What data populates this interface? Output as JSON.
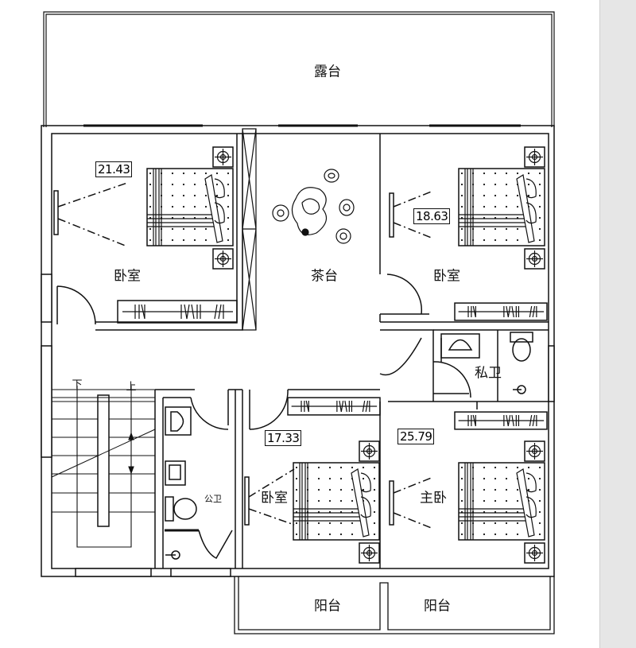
{
  "plan": {
    "rooms": {
      "terrace": "露台",
      "bedroom_nw": "卧室",
      "tea_area": "茶台",
      "bedroom_ne": "卧室",
      "private_bath": "私卫",
      "public_bath": "公卫",
      "bedroom_s": "卧室",
      "master_bedroom": "主卧",
      "balcony_left": "阳台",
      "balcony_right": "阳台"
    },
    "stairs": {
      "down": "下",
      "up": "上"
    },
    "areas": {
      "bedroom_nw": "21.43",
      "bedroom_ne": "18.63",
      "bedroom_s": "17.33",
      "master_bedroom": "25.79"
    }
  },
  "colors": {
    "line": "#111111",
    "background": "#ffffff",
    "sidebar": "#e6e6e6"
  }
}
